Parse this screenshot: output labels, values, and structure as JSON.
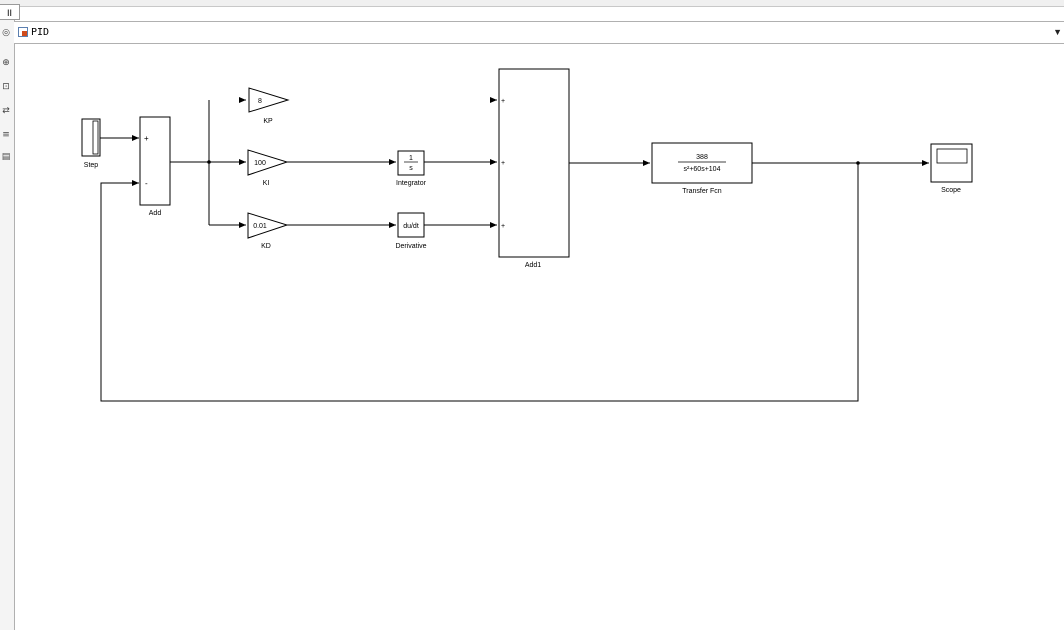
{
  "tab": {
    "label": "II"
  },
  "breadcrumb": {
    "model_name": "PID"
  },
  "blocks": {
    "step": {
      "label": "Step"
    },
    "add": {
      "label": "Add",
      "sign_plus": "+",
      "sign_minus": "-"
    },
    "kp": {
      "label": "KP",
      "value": "8"
    },
    "ki": {
      "label": "KI",
      "value": "100"
    },
    "kd": {
      "label": "KD",
      "value": "0.01"
    },
    "integrator": {
      "label": "Integrator",
      "num": "1",
      "den": "s"
    },
    "derivative": {
      "label": "Derivative",
      "text": "du/dt"
    },
    "add1": {
      "label": "Add1",
      "sign_plus": "+"
    },
    "transfer_fcn": {
      "label": "Transfer Fcn",
      "num": "388",
      "den": "s²+60s+104"
    },
    "scope": {
      "label": "Scope"
    }
  },
  "toolbar_icons": [
    "target-icon",
    "zoom-icon",
    "fit-view-icon",
    "arrows-icon",
    "text-icon",
    "image-icon"
  ]
}
